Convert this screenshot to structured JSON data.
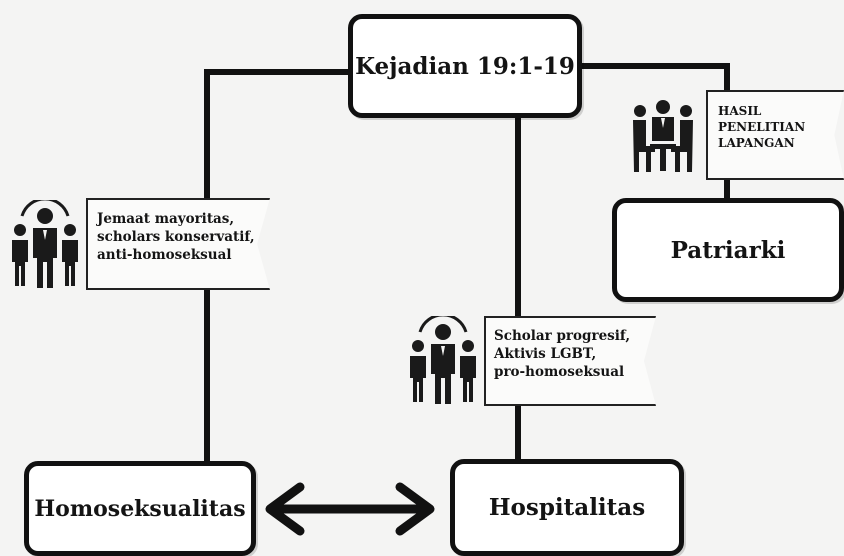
{
  "nodes": {
    "top": {
      "label": "Kejadian 19:1-19"
    },
    "left": {
      "label": "Homoseksualitas"
    },
    "middle": {
      "label": "Hospitalitas"
    },
    "right": {
      "label": "Patriarki"
    }
  },
  "flags": {
    "left": {
      "lines": [
        "Jemaat mayoritas,",
        "scholars konservatif,",
        "anti-homoseksual"
      ]
    },
    "middle": {
      "lines": [
        "Scholar progresif,",
        "Aktivis LGBT,",
        "pro-homoseksual"
      ]
    },
    "right": {
      "lines": [
        "HASIL",
        "PENELITIAN",
        "LAPANGAN"
      ]
    }
  },
  "icons": {
    "left_group": "group-of-people-icon",
    "middle_group": "group-of-people-icon",
    "right_group": "meeting-people-icon"
  },
  "colors": {
    "line": "#111111",
    "box_fill": "#ffffff",
    "icon": "#1a1a1a",
    "background": "#f4f4f3"
  }
}
